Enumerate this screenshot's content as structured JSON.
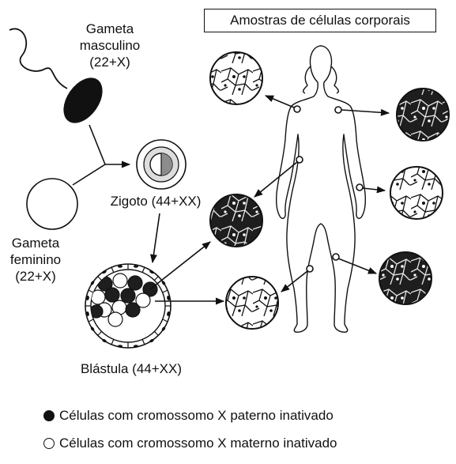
{
  "labels": {
    "male_gamete": [
      "Gameta",
      "masculino",
      "(22+X)"
    ],
    "female_gamete": [
      "Gameta",
      "feminino",
      "(22+X)"
    ],
    "zygote": "Zigoto (44+XX)",
    "blastula": "Blástula (44+XX)",
    "samples_box": "Amostras de células corporais"
  },
  "legend": [
    {
      "label": "Células com cromossomo X paterno inativado",
      "symbol": "filled-circle",
      "color": "#111111"
    },
    {
      "label": "Células com cromossomo X materno inativado",
      "symbol": "open-circle",
      "color": "#ffffff"
    }
  ],
  "colors": {
    "paternal_inactive": "#1e1e1e",
    "maternal_inactive": "#ffffff",
    "outline": "#111111",
    "zygote_gray": "#8c8c8c"
  }
}
